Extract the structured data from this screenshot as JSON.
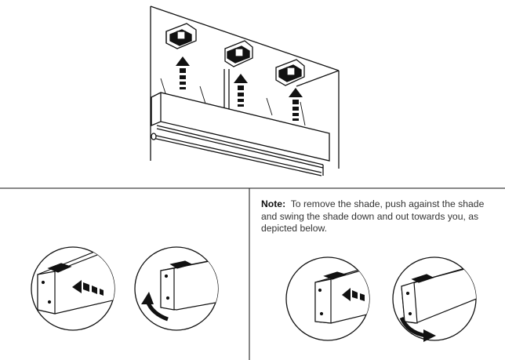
{
  "note": {
    "label": "Note:",
    "text": "To remove the shade, push against the shade and swing the shade down and out towards you, as depicted below."
  },
  "colors": {
    "line": "#111111",
    "background": "#ffffff",
    "note_text": "#333333"
  },
  "figures": [
    {
      "name": "headrail-mounting-into-brackets",
      "arrow_icons": [
        "dashed-up-arrow",
        "dashed-up-arrow",
        "dashed-up-arrow"
      ]
    },
    {
      "name": "bracket-detail-push-and-swing-up",
      "arrow_icons": [
        "dashed-push-arrow",
        "curved-swing-up-arrow"
      ]
    },
    {
      "name": "bracket-detail-push-and-swing-down",
      "arrow_icons": [
        "dashed-push-arrow",
        "curved-swing-down-arrow"
      ]
    }
  ]
}
